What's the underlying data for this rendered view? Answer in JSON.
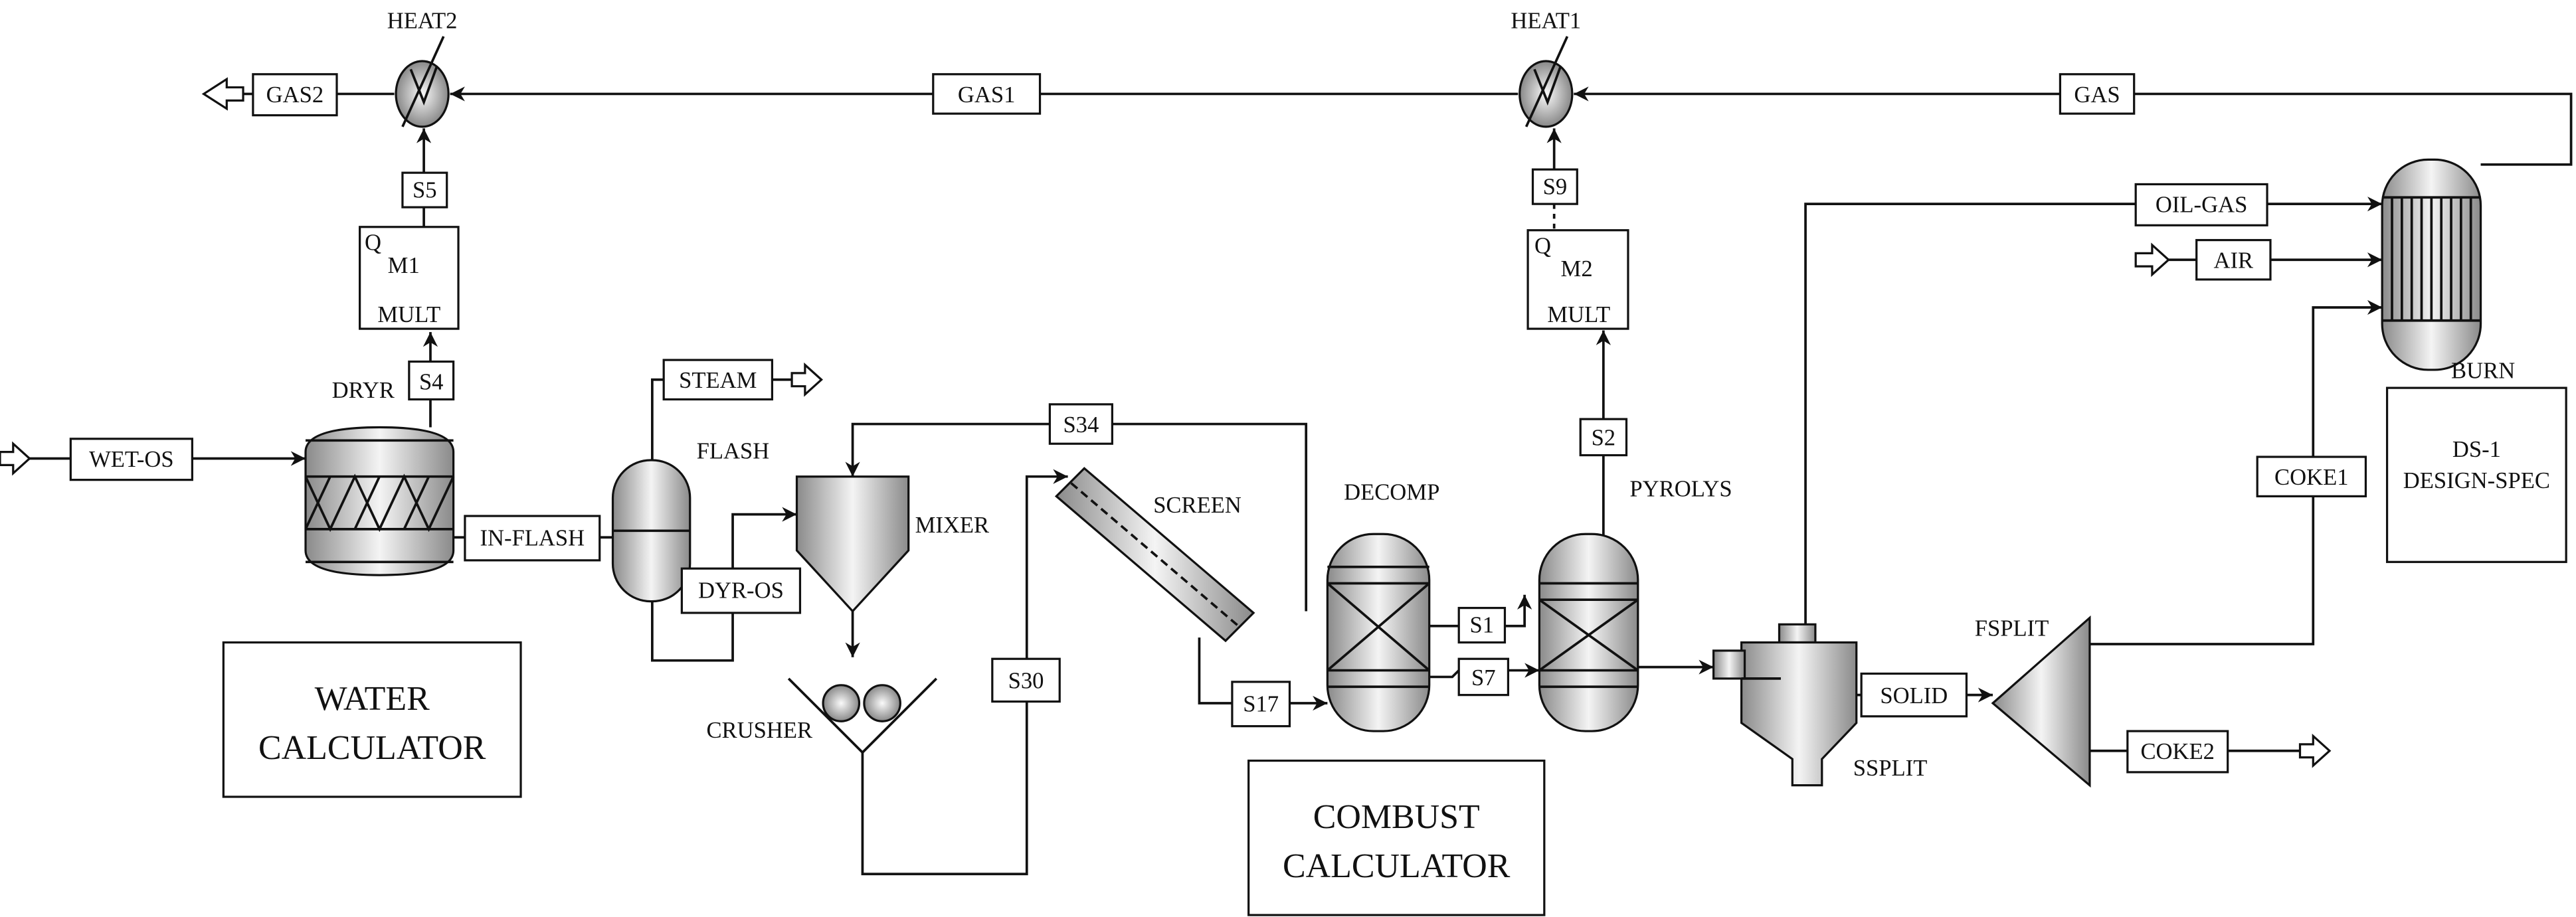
{
  "blocks": {
    "heat2": "HEAT2",
    "heat1": "HEAT1",
    "dryr": "DRYR",
    "flash": "FLASH",
    "mixer": "MIXER",
    "crusher": "CRUSHER",
    "screen": "SCREEN",
    "decomp": "DECOMP",
    "pyrolys": "PYROLYS",
    "ssplit": "SSPLIT",
    "fsplit": "FSPLIT",
    "burn": "BURN",
    "m1": {
      "q": "Q",
      "name": "M1",
      "type": "MULT"
    },
    "m2": {
      "q": "Q",
      "name": "M2",
      "type": "MULT"
    }
  },
  "streams": {
    "gas2": "GAS2",
    "gas1": "GAS1",
    "gas": "GAS",
    "s5": "S5",
    "s4": "S4",
    "s9": "S9",
    "s2": "S2",
    "wet_os": "WET-OS",
    "in_flash": "IN-FLASH",
    "steam": "STEAM",
    "dyr_os": "DYR-OS",
    "s34": "S34",
    "s30": "S30",
    "s17": "S17",
    "s1": "S1",
    "s7": "S7",
    "oil_gas": "OIL-GAS",
    "air": "AIR",
    "coke1": "COKE1",
    "solid": "SOLID",
    "coke2": "COKE2"
  },
  "calculators": {
    "water": [
      "WATER",
      "CALCULATOR"
    ],
    "combust": [
      "COMBUST",
      "CALCULATOR"
    ],
    "design_spec": [
      "DS-1",
      "DESIGN-SPEC"
    ]
  },
  "colors": {
    "line": "#111111",
    "equipment_dark": "#8a8a8a",
    "equipment_light": "#f4f4f4"
  }
}
